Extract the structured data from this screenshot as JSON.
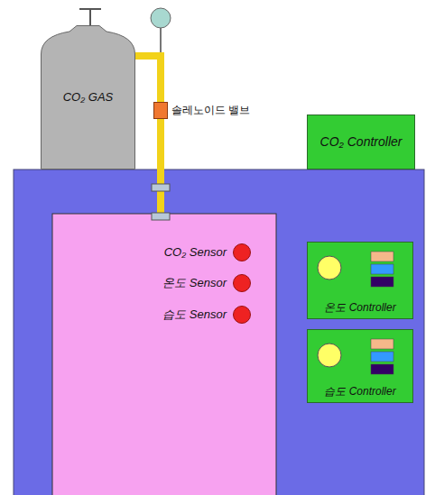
{
  "diagram": {
    "nodes": [
      {
        "text": [
          "CO₂ GAS"
        ]
      },
      {
        "text": [
          "솔레노이드 밸브"
        ]
      },
      {
        "text": [
          "CO₂ Controller"
        ]
      },
      {
        "text": [
          "CO₂ Sensor"
        ]
      },
      {
        "text": [
          "온도 Sensor"
        ]
      },
      {
        "text": [
          "습도 Sensor"
        ]
      },
      {
        "text": [
          "온도 Controller"
        ]
      },
      {
        "text": [
          "습도 Controller"
        ]
      }
    ],
    "edges": [
      {
        "from": 0,
        "to": 1,
        "arrow": "none"
      }
    ]
  }
}
